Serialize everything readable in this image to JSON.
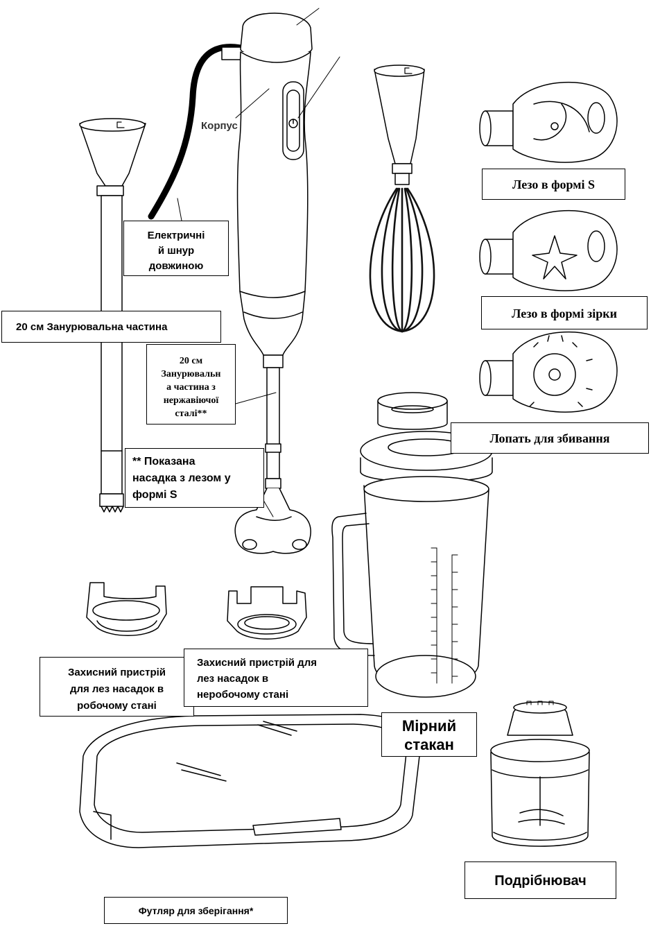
{
  "labels": {
    "body": "Корпус",
    "cord": "Електричні\nй шнур\nдовжиною",
    "shaft_left": "20 см Занурювальна частина",
    "shaft_center": "20 см\nЗанурювальн\nа частина з\nнержавіючої\nсталі**",
    "note_blade": "** Показана\nнасадка з лезом у\nформі S",
    "s_blade": "Лезо в формі S",
    "star_blade": "Лезо в формі зірки",
    "whisk_blade": "Лопать для збивання",
    "guard_working": "Захисний пристрій\nдля  лез насадок в\nробочому  стані",
    "guard_idle": "Захисний пристрій для\nлез насадок в\nнеробочому  стані",
    "cup": "Мірний\nстакан",
    "chopper": "Подрібнювач",
    "case": "Футляр для зберігання*"
  }
}
